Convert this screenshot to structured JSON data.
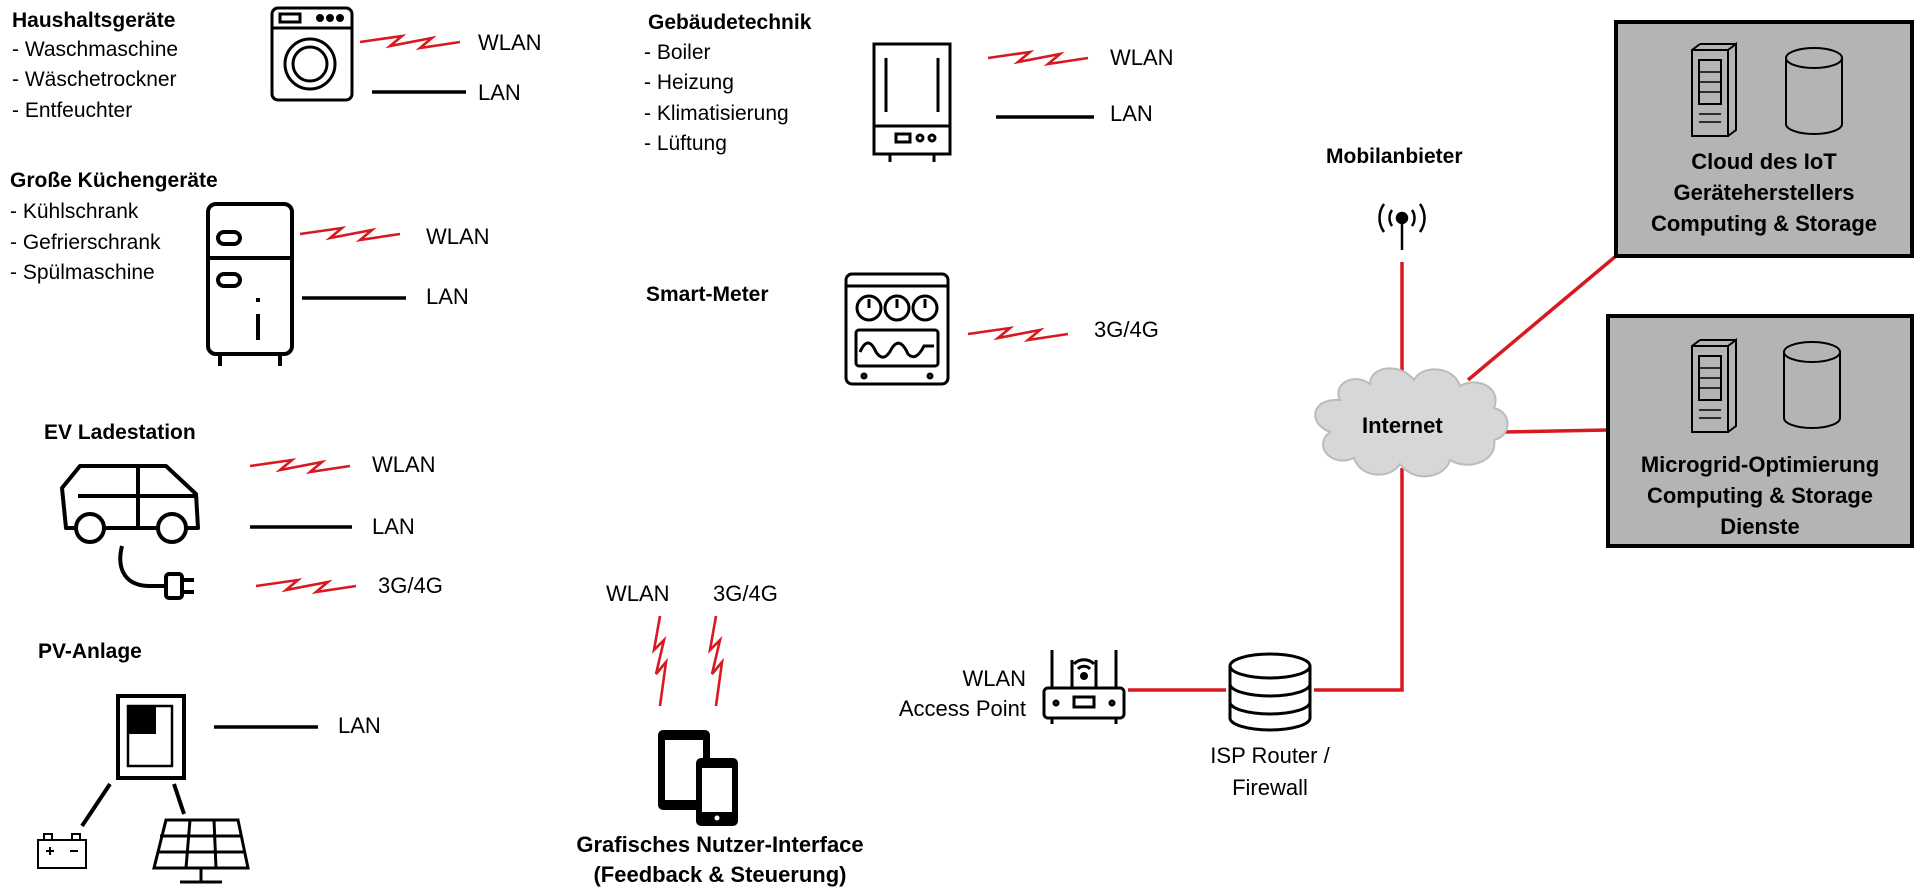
{
  "colors": {
    "wireless": "#d71920",
    "wired": "#000000",
    "network": "#d71920",
    "box_fill": "#b4b4b4",
    "box_border": "#000000"
  },
  "icons": [
    "washing-machine-icon",
    "refrigerator-icon",
    "car-icon",
    "plug-icon",
    "meter-cabinet-icon",
    "battery-icon",
    "solar-panel-icon",
    "boiler-icon",
    "smart-meter-icon",
    "smartphone-icon",
    "tablet-icon",
    "wifi-router-icon",
    "database-router-icon",
    "antenna-icon",
    "cloud-icon",
    "server-icon",
    "storage-icon"
  ],
  "haushalt": {
    "title": "Haushaltsgeräte",
    "items": [
      "- Waschmaschine",
      "- Wäschetrockner",
      "- Entfeuchter"
    ],
    "wlan": "WLAN",
    "lan": "LAN"
  },
  "kueche": {
    "title": "Große Küchengeräte",
    "items": [
      "- Kühlschrank",
      "- Gefrierschrank",
      "- Spülmaschine"
    ],
    "wlan": "WLAN",
    "lan": "LAN"
  },
  "ev": {
    "title": "EV Ladestation",
    "wlan": "WLAN",
    "lan": "LAN",
    "mobile": "3G/4G"
  },
  "pv": {
    "title": "PV-Anlage",
    "lan": "LAN"
  },
  "gebaeude": {
    "title": "Gebäudetechnik",
    "items": [
      "- Boiler",
      "- Heizung",
      "- Klimatisierung",
      "- Lüftung"
    ],
    "wlan": "WLAN",
    "lan": "LAN"
  },
  "smartmeter": {
    "title": "Smart-Meter",
    "mobile": "3G/4G"
  },
  "gui": {
    "wlan": "WLAN",
    "mobile": "3G/4G",
    "title_line1": "Grafisches Nutzer-Interface",
    "title_line2": "(Feedback & Steuerung)"
  },
  "access_point": {
    "line1": "WLAN",
    "line2": "Access Point"
  },
  "isp": {
    "line1": "ISP Router /",
    "line2": "Firewall"
  },
  "mobilanbieter": {
    "title": "Mobilanbieter"
  },
  "internet": {
    "label": "Internet"
  },
  "cloud_box": {
    "line1": "Cloud des IoT",
    "line2": "Geräteherstellers",
    "line3": "Computing & Storage"
  },
  "microgrid_box": {
    "line1": "Microgrid-Optimierung",
    "line2": "Computing & Storage",
    "line3": "Dienste"
  }
}
